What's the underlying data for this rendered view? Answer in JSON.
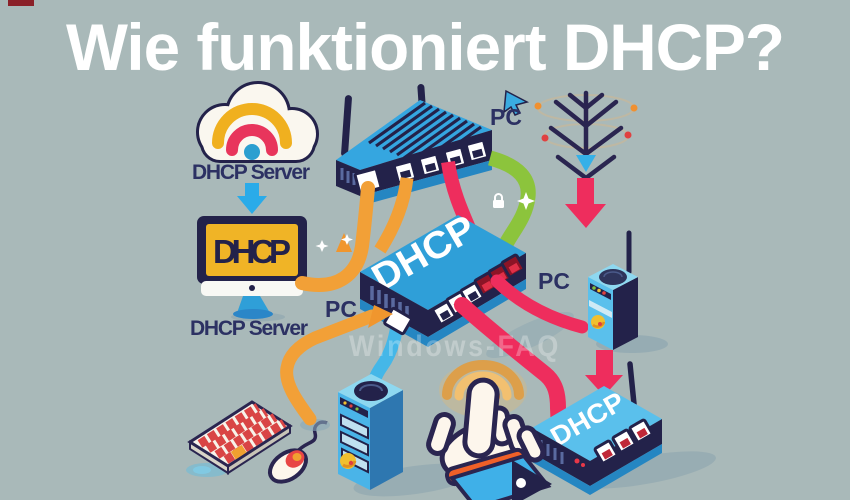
{
  "title": "Wie funktioniert DHCP?",
  "watermark": "Windows-FAQ",
  "labels": {
    "cloud": "DHCP Server",
    "monitor_screen": "DHCP",
    "monitor": "DHCP Server",
    "pc_monitor": "PC",
    "pc_top": "PC",
    "pc_right": "PC",
    "router_center": "DHCP",
    "router_bottom": "DHCP"
  },
  "colors": {
    "background": "#a9b9b9",
    "title_text": "#ffffff",
    "label_text": "#2c3163",
    "navy": "#23224a",
    "router_blue": "#2f9fd8",
    "router_light_blue": "#5ac0ec",
    "screen_yellow": "#f0b426",
    "cable_orange": "#f2a037",
    "cable_red": "#ee2d5d",
    "cable_green": "#8cc43c",
    "cable_blue": "#45b7e8",
    "arrow_blue": "#2aabe9",
    "hand_white": "#fdf6ec",
    "cuff_orange": "#f06028"
  }
}
